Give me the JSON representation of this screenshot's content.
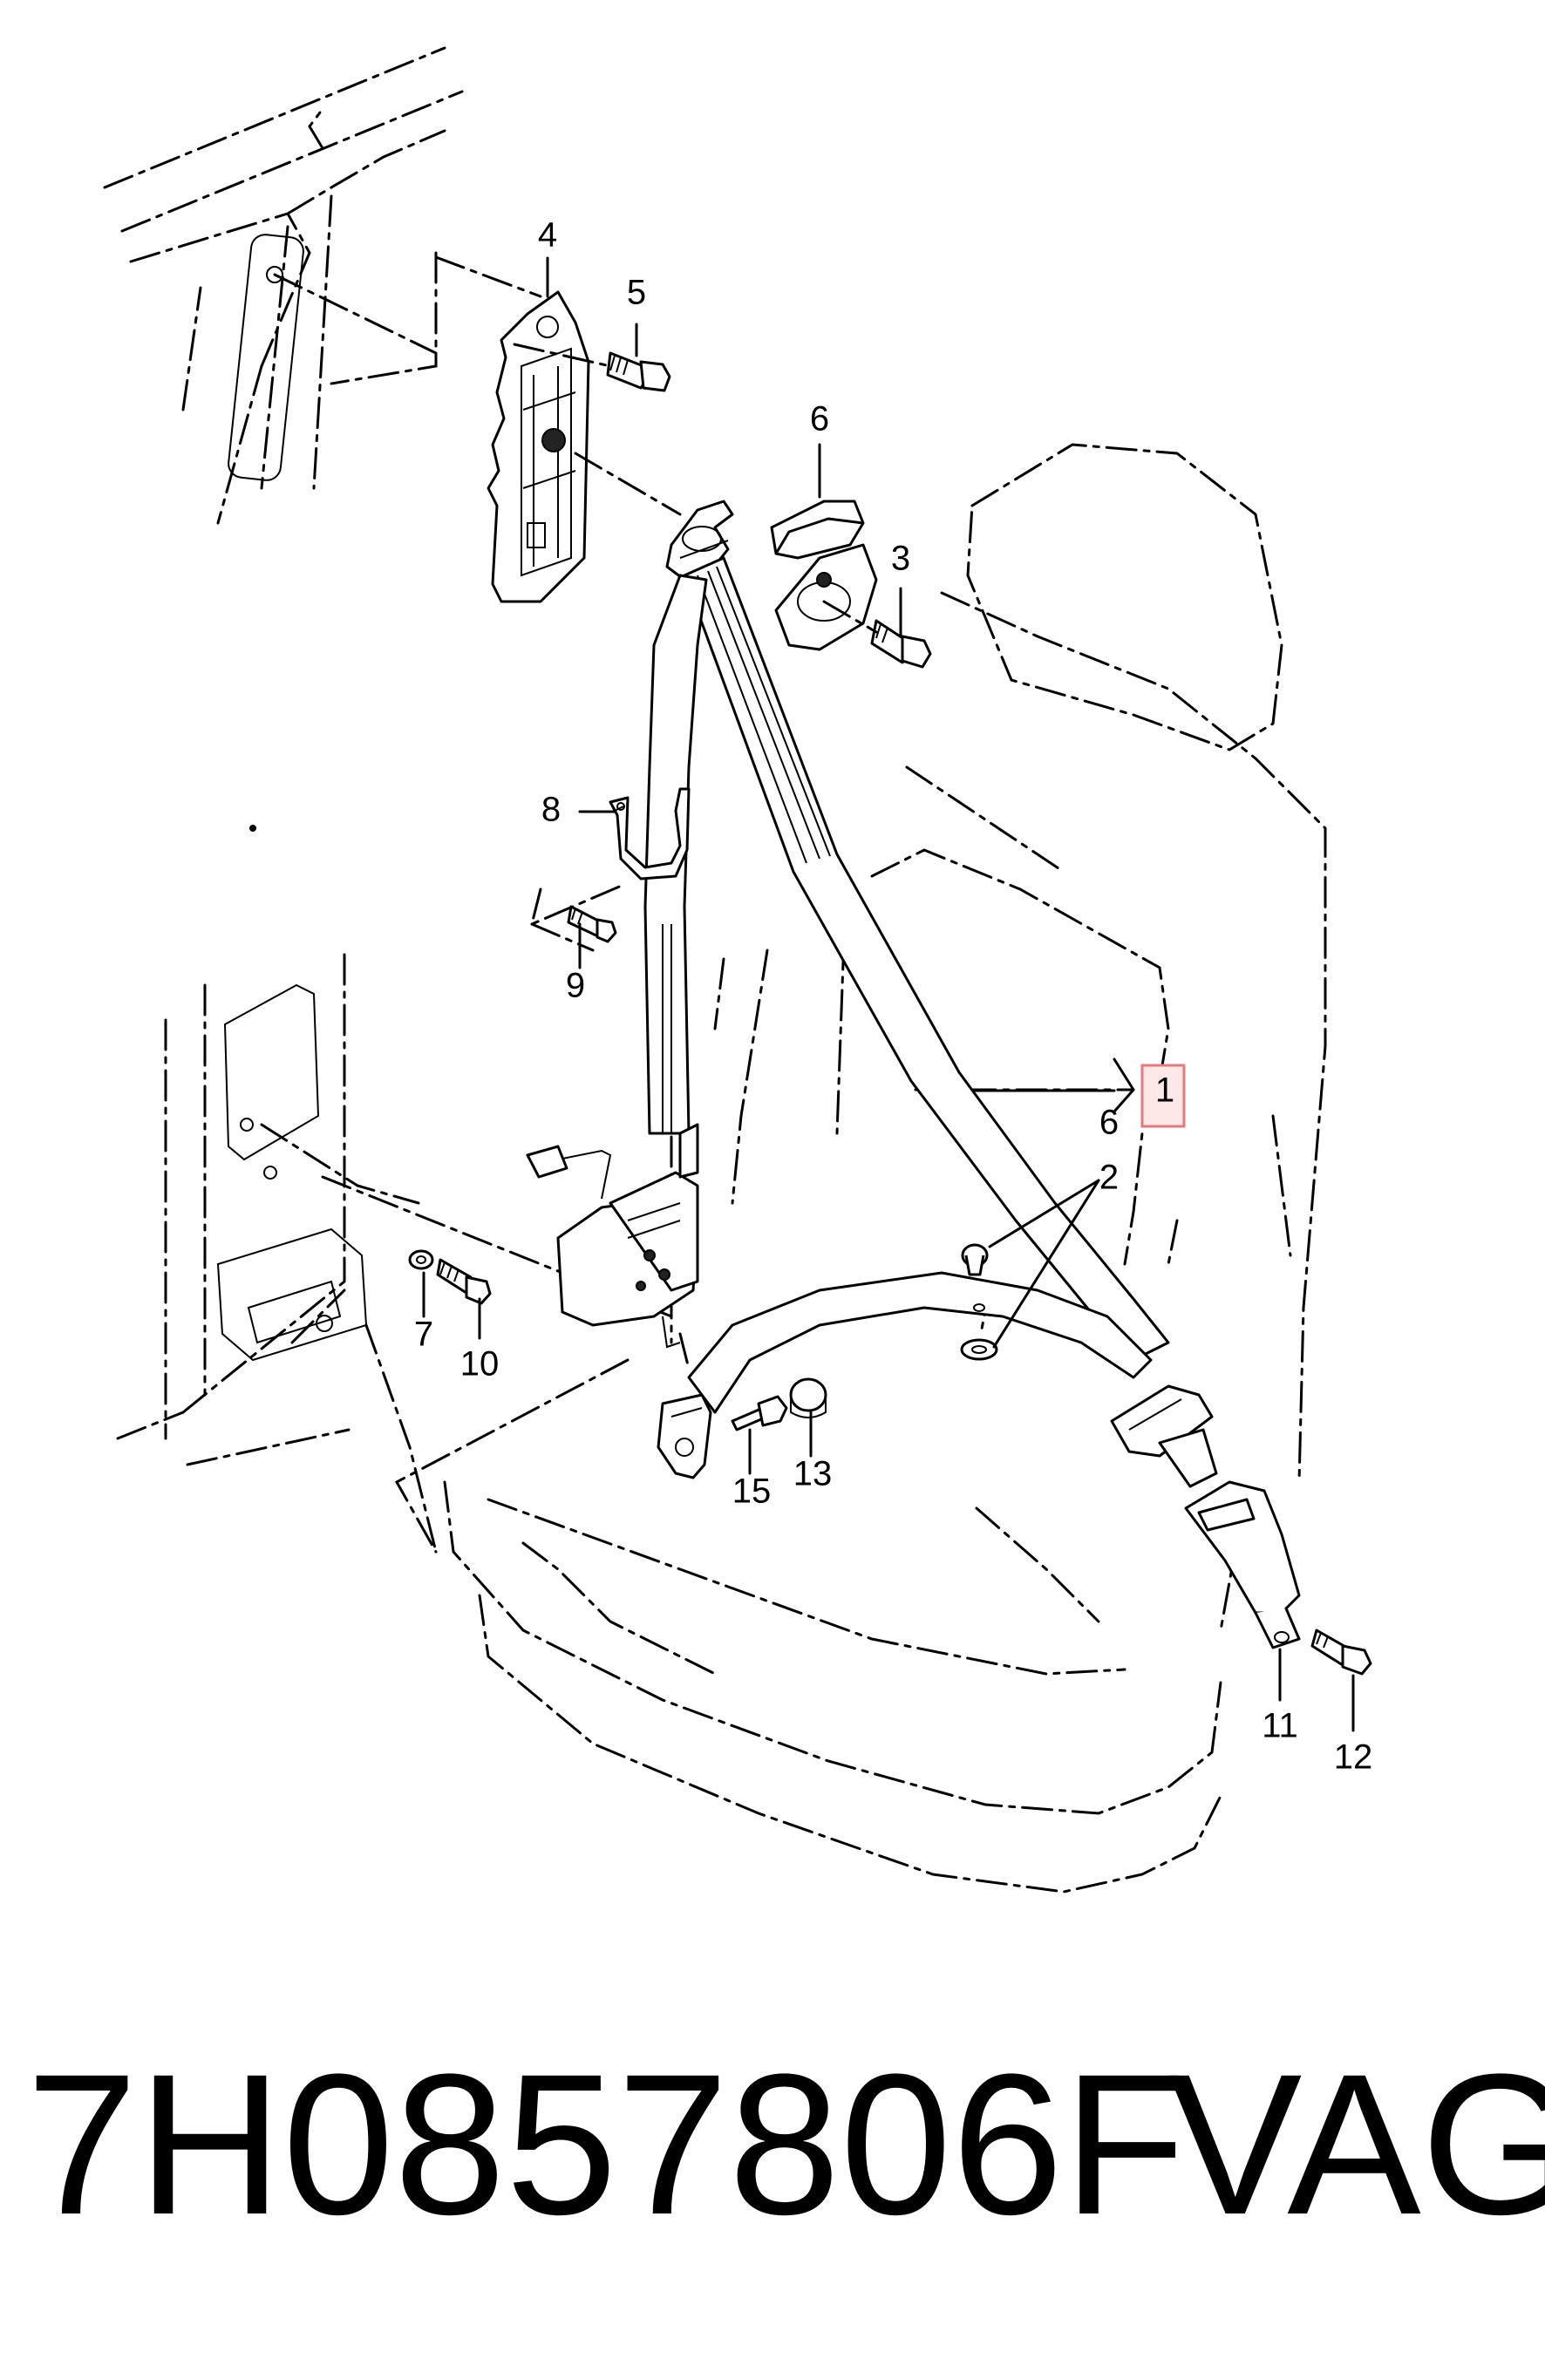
{
  "diagram": {
    "callouts": [
      "1",
      "2",
      "3",
      "4",
      "5",
      "6",
      "6",
      "7",
      "8",
      "9",
      "10",
      "11",
      "12",
      "13",
      "15"
    ],
    "highlight_color": "#e8787a"
  },
  "footer": {
    "part_number": "7H0857806F",
    "brand": "VAG"
  }
}
